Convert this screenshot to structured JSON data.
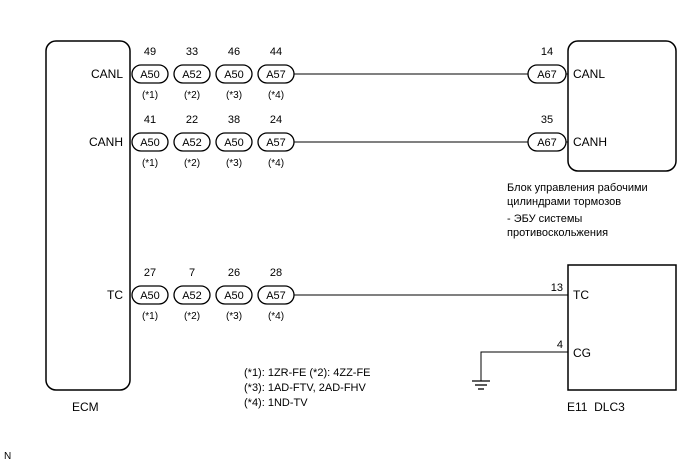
{
  "ecm": {
    "label": "ECM",
    "rows": [
      {
        "signal": "CANL",
        "pins": [
          "49",
          "33",
          "46",
          "44"
        ],
        "connectors": [
          "A50",
          "A52",
          "A50",
          "A57"
        ],
        "variants": [
          "(*1)",
          "(*2)",
          "(*3)",
          "(*4)"
        ]
      },
      {
        "signal": "CANH",
        "pins": [
          "41",
          "22",
          "38",
          "24"
        ],
        "connectors": [
          "A50",
          "A52",
          "A50",
          "A57"
        ],
        "variants": [
          "(*1)",
          "(*2)",
          "(*3)",
          "(*4)"
        ]
      },
      {
        "signal": "TC",
        "pins": [
          "27",
          "7",
          "26",
          "28"
        ],
        "connectors": [
          "A50",
          "A52",
          "A50",
          "A57"
        ],
        "variants": [
          "(*1)",
          "(*2)",
          "(*3)",
          "(*4)"
        ]
      }
    ]
  },
  "brake_unit": {
    "connector": "A67",
    "pins": [
      {
        "pin": "14",
        "signal": "CANL"
      },
      {
        "pin": "35",
        "signal": "CANH"
      }
    ],
    "caption": [
      "Блок управления рабочими",
      "цилиндрами тормозов",
      "- ЭБУ системы",
      "противоскольжения"
    ]
  },
  "dlc3": {
    "label": "E11  DLC3",
    "pins": [
      {
        "pin": "13",
        "signal": "TC"
      },
      {
        "pin": "4",
        "signal": "CG"
      }
    ]
  },
  "legend": [
    "(*1): 1ZR-FE (*2): 4ZZ-FE",
    "(*3): 1AD-FTV, 2AD-FHV",
    "(*4): 1ND-TV"
  ],
  "corner_mark": "N"
}
